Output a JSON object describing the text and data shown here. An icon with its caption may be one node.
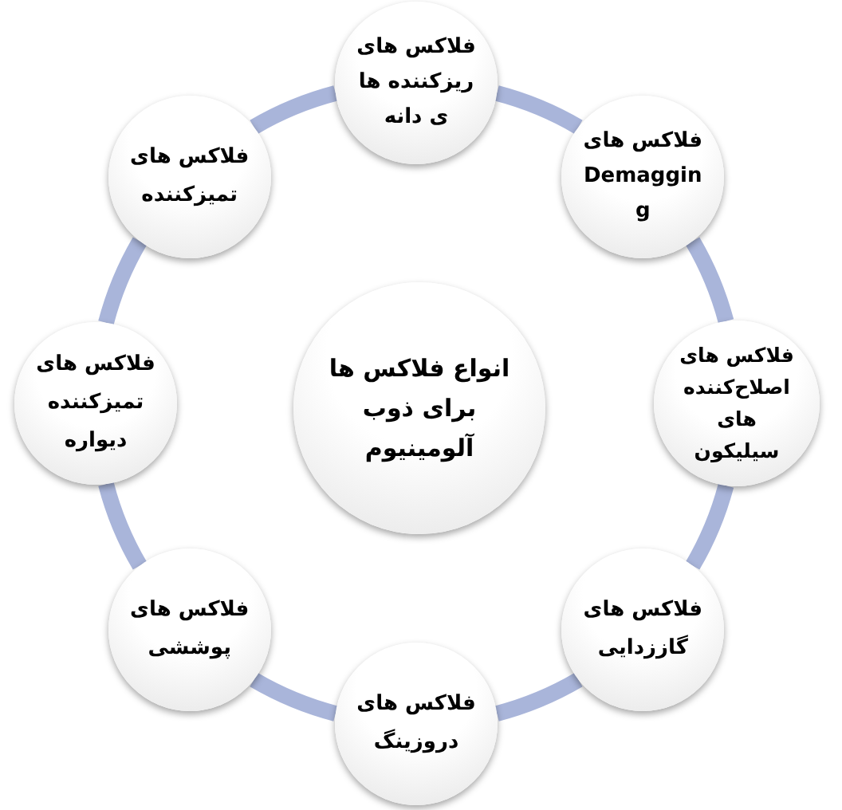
{
  "diagram": {
    "nodes": [
      {
        "text": [
          "فلاکس های ریزکننده ها ی دانه"
        ]
      },
      {
        "text": [
          "فلاکس های Demaggin g"
        ]
      },
      {
        "text": [
          "فلاکس های تمیزکننده"
        ]
      },
      {
        "text": [
          "فلاکس های اصلاح‌کننده های سیلیکون"
        ]
      },
      {
        "text": [
          "انواع فلاکس ها برای ذوب آلومینیوم"
        ]
      },
      {
        "text": [
          "فلاکس های تمیزکننده دیواره"
        ]
      },
      {
        "text": [
          "فلاکس های گاززدایی"
        ]
      },
      {
        "text": [
          "فلاکس های پوششی"
        ]
      },
      {
        "text": [
          "فلاکس های دروزینگ"
        ]
      }
    ],
    "edges": [
      {
        "from": 0,
        "to": 1,
        "arrow": "none"
      },
      {
        "from": 1,
        "to": 3,
        "arrow": "none"
      },
      {
        "from": 3,
        "to": 6,
        "arrow": "none"
      },
      {
        "from": 6,
        "to": 8,
        "arrow": "none"
      },
      {
        "from": 8,
        "to": 7,
        "arrow": "none"
      },
      {
        "from": 7,
        "to": 5,
        "arrow": "none"
      },
      {
        "from": 5,
        "to": 2,
        "arrow": "none"
      },
      {
        "from": 2,
        "to": 0,
        "arrow": "none"
      }
    ]
  }
}
